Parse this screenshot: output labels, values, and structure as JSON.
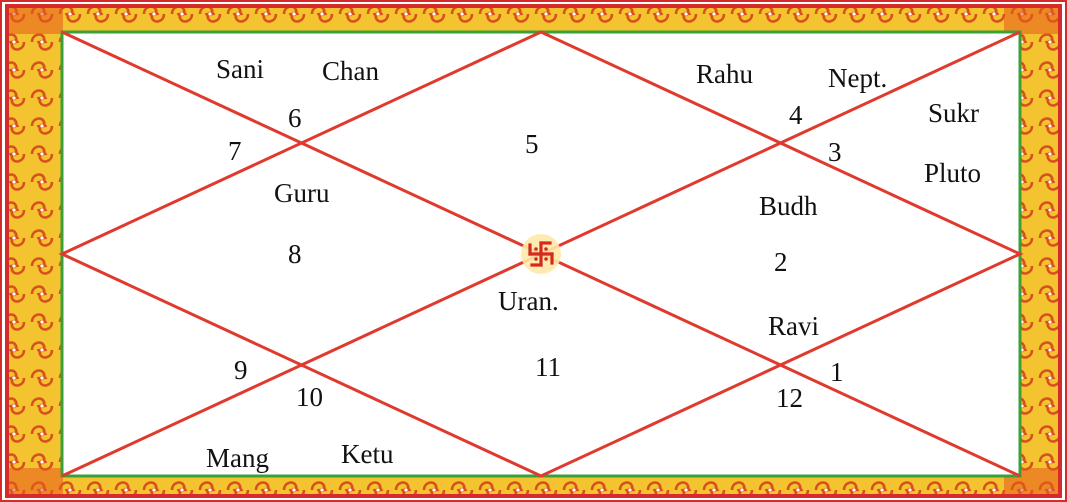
{
  "colors": {
    "line": "#e03a2f",
    "frame_outer": "#d62b2b",
    "border_bg": "#f4c430",
    "border_pattern": "#d8501e",
    "inner_edge": "#3aa13a",
    "swastika": "#d22a1e",
    "swastika_glow": "#f6b400",
    "text": "#111111"
  },
  "center_symbol": "swastika-icon",
  "houses": {
    "h1": {
      "number": "1",
      "planets": ""
    },
    "h2": {
      "number": "2",
      "planets": "Budh"
    },
    "h3": {
      "number": "3",
      "planets": ""
    },
    "h4": {
      "number": "4",
      "planets": ""
    },
    "h5": {
      "number": "5",
      "planets": ""
    },
    "h6": {
      "number": "6",
      "planets": ""
    },
    "h7": {
      "number": "7",
      "planets": ""
    },
    "h8": {
      "number": "8",
      "planets": "Guru"
    },
    "h9": {
      "number": "9",
      "planets": ""
    },
    "h10": {
      "number": "10",
      "planets": ""
    },
    "h11": {
      "number": "11",
      "planets": "Uran."
    },
    "h12": {
      "number": "12",
      "planets": "Ravi"
    }
  },
  "planets": {
    "sani": "Sani",
    "chan": "Chan",
    "rahu": "Rahu",
    "nept": "Nept.",
    "sukr": "Sukr",
    "pluto": "Pluto",
    "mang": "Mang",
    "ketu": "Ketu"
  }
}
